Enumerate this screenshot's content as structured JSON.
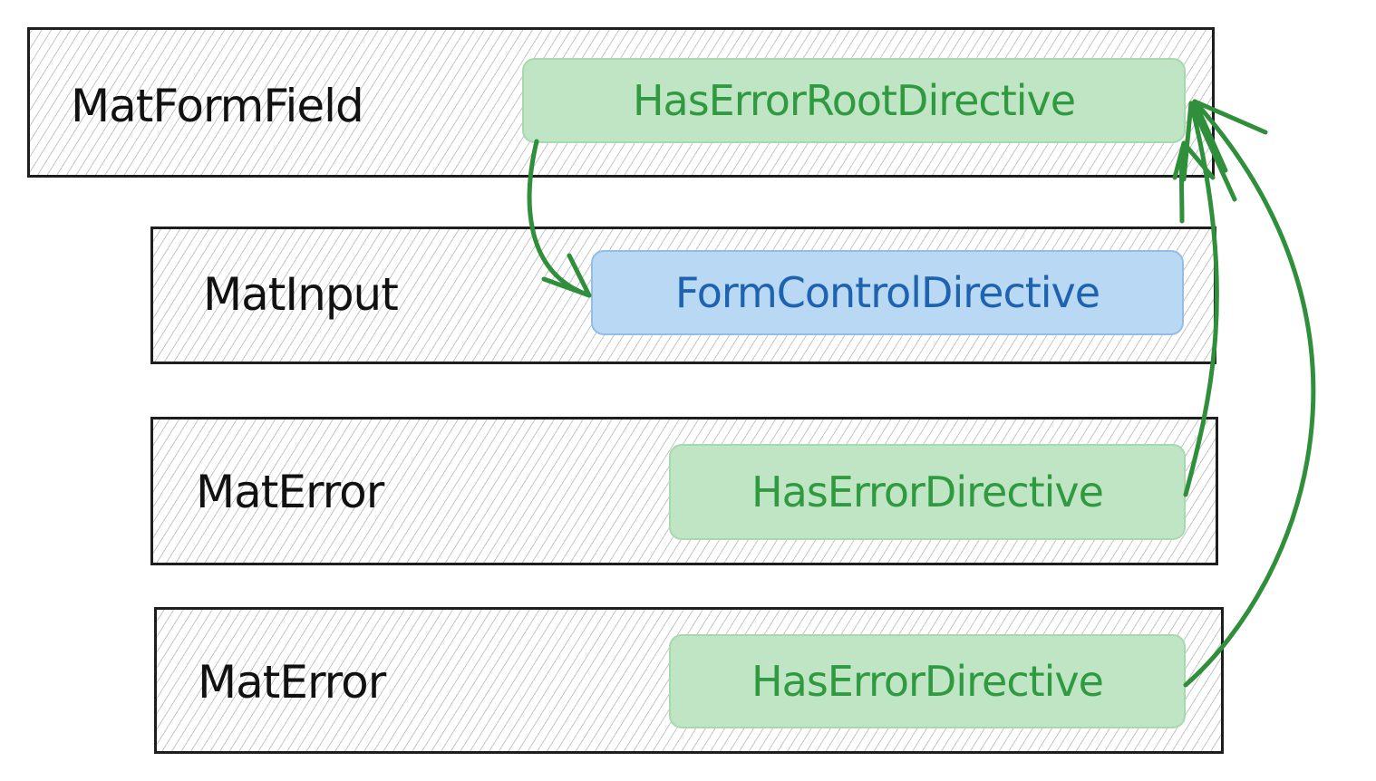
{
  "rows": [
    {
      "component": "MatFormField",
      "directive": "HasErrorRootDirective"
    },
    {
      "component": "MatInput",
      "directive": "FormControlDirective"
    },
    {
      "component": "MatError",
      "directive": "HasErrorDirective"
    },
    {
      "component": "MatError",
      "directive": "HasErrorDirective"
    }
  ],
  "colors": {
    "chip_green_fill": "#bfe5c4",
    "chip_green_text": "#2f9a3f",
    "chip_blue_fill": "#b9d8f4",
    "chip_blue_text": "#1f63b0",
    "arrow": "#2f8f3a",
    "border": "#1e1e1e"
  }
}
